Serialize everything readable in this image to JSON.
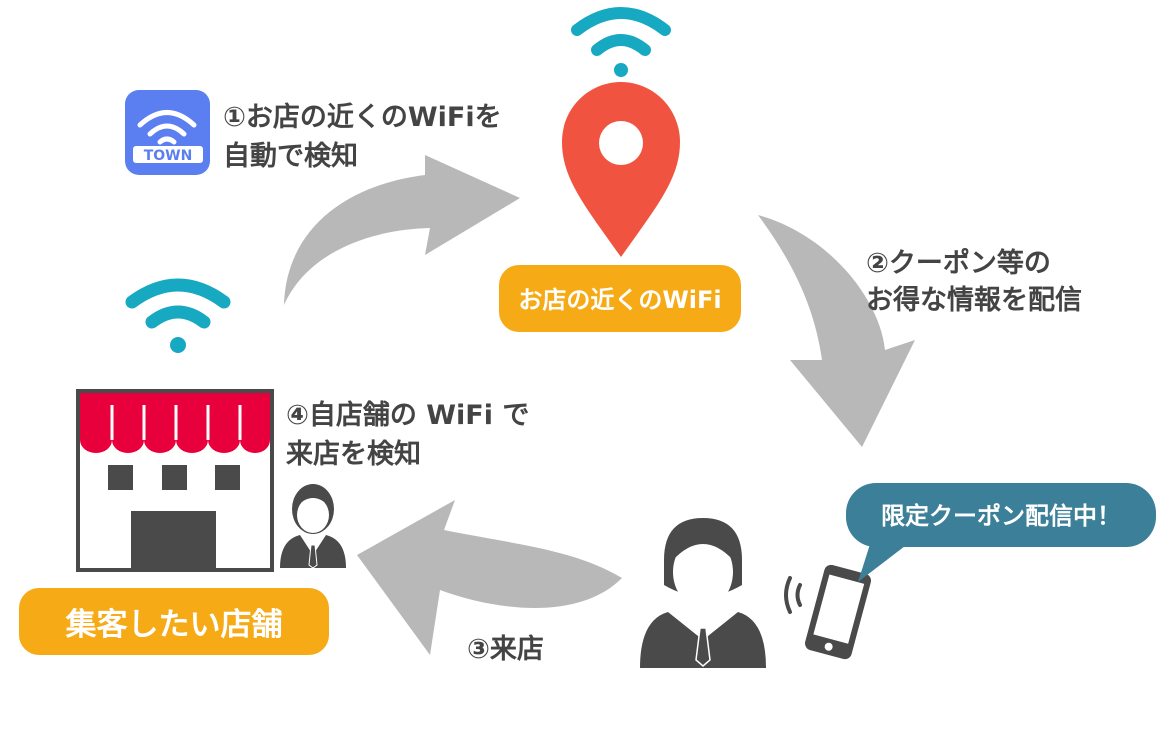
{
  "app_icon": {
    "name": "town-wifi-icon",
    "label": "TOWN",
    "color": "#5b7ef0"
  },
  "steps": {
    "step1": {
      "line1": "①お店の近くのWiFiを",
      "line2": "自動で検知"
    },
    "step2": {
      "line1": "②クーポン等の",
      "line2": "お得な情報を配信"
    },
    "step3": {
      "line1": "③来店"
    },
    "step4": {
      "line1": "④自店舗の WiFi で",
      "line2": "来店を検知"
    }
  },
  "labels": {
    "nearby_wifi": "お店の近くのWiFi",
    "store": "集客したい店舗",
    "coupon_bubble": "限定クーポン配信中！"
  },
  "colors": {
    "wifi": "#17a8c2",
    "pin": "#f05440",
    "pill": "#f5aa16",
    "bubble": "#3b7f98",
    "arrow": "#b8b8b8",
    "awning": "#e8003c",
    "person": "#4a4a4a",
    "text": "#444444"
  },
  "icons": [
    "wifi-icon",
    "map-pin-icon",
    "store-icon",
    "person-icon",
    "smartphone-icon"
  ]
}
